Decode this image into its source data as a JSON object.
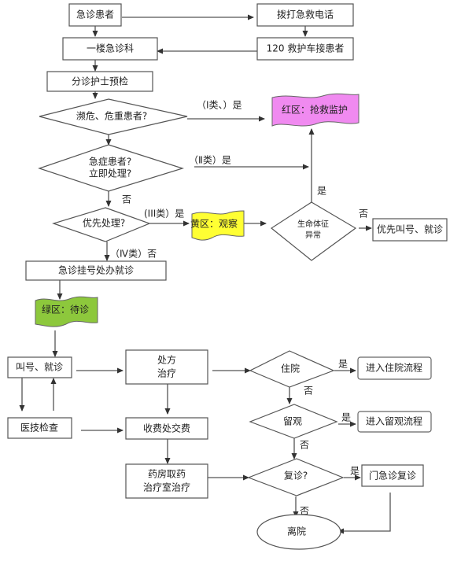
{
  "title": "急诊患者就诊流程",
  "colors": {
    "red_zone": "#f08af0",
    "yellow_zone": "#ffff33",
    "green_zone": "#8dc83c",
    "line": "#555555"
  },
  "nodes": {
    "patient": "急诊患者",
    "call_emergency": "拨打急救电话",
    "first_floor_er": "一楼急诊科",
    "ambulance": "120 救护车接患者",
    "triage": "分诊护士预检",
    "critical_q": "濒危、危重患者?",
    "red_zone": "红区：抢救监护",
    "acute_q_line1": "急症患者?",
    "acute_q_line2": "立即处理?",
    "priority_q": "优先处理?",
    "yellow_zone": "黄区：观察",
    "vitals_q_line1": "生命体征",
    "vitals_q_line2": "异常",
    "priority_call": "优先叫号、就诊",
    "registration": "急诊挂号处办就诊",
    "green_zone": "绿区：待诊",
    "call_visit": "叫号、就诊",
    "prescription_line1": "处方",
    "prescription_line2": "治疗",
    "hospitalize_q": "住院",
    "hospitalize_flow": "进入住院流程",
    "medtech_exam": "医技检查",
    "payment": "收费处交费",
    "observe_q": "留观",
    "observe_flow": "进入留观流程",
    "pharmacy_line1": "药房取药",
    "pharmacy_line2": "治疗室治疗",
    "revisit_q": "复诊?",
    "er_revisit": "门急诊复诊",
    "discharge": "离院"
  },
  "edge_labels": {
    "class1_yes": "（Ⅰ类、）是",
    "class2_yes": "（Ⅱ类）是",
    "acute_no": "否",
    "class3_yes": "(III类）是",
    "class4_no": "（Ⅳ类）否",
    "vitals_yes": "是",
    "vitals_no": "否",
    "hospitalize_yes": "是",
    "hospitalize_no": "否",
    "observe_yes": "是",
    "observe_no": "否",
    "revisit_yes": "是",
    "revisit_no": "否"
  }
}
